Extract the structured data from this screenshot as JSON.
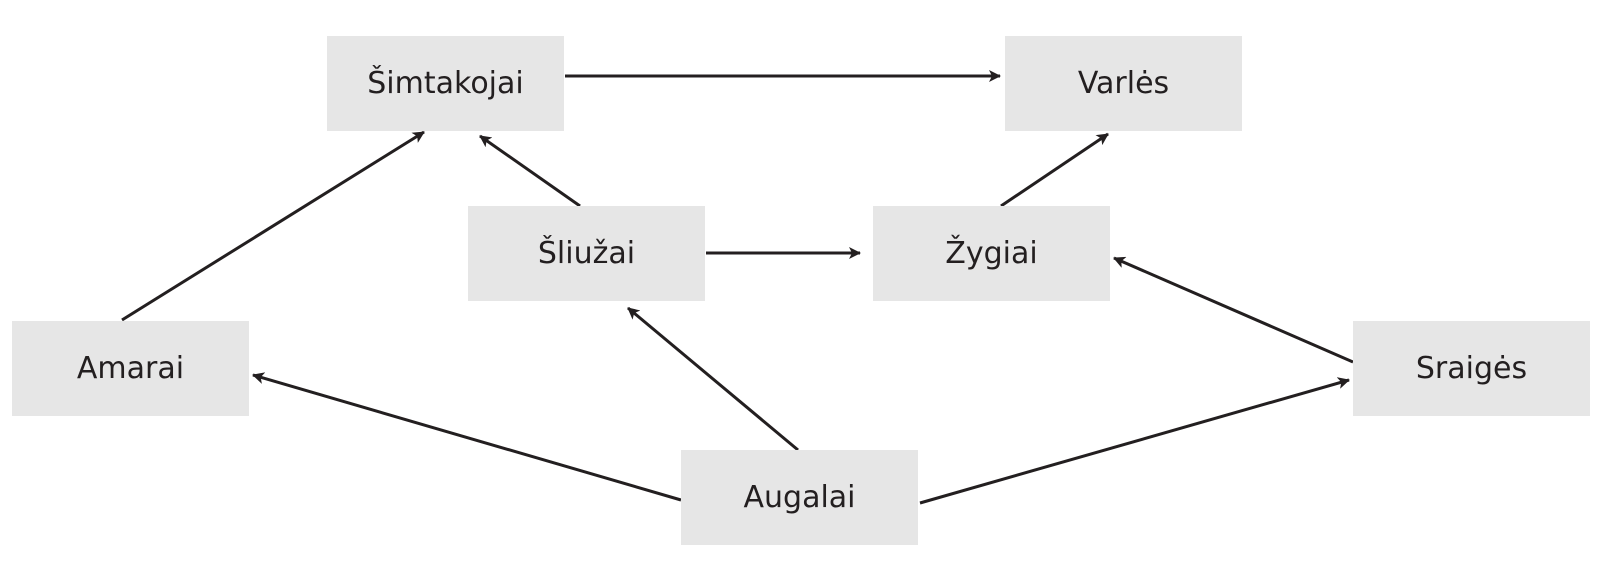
{
  "diagram": {
    "nodes": {
      "simtakojai": "Šimtakojai",
      "varles": "Varlės",
      "sliuzai": "Šliužai",
      "zygiai": "Žygiai",
      "amarai": "Amarai",
      "sraiges": "Sraigės",
      "augalai": "Augalai"
    },
    "edges": [
      {
        "from": "simtakojai",
        "to": "varles"
      },
      {
        "from": "amarai",
        "to": "simtakojai"
      },
      {
        "from": "sliuzai",
        "to": "simtakojai"
      },
      {
        "from": "sliuzai",
        "to": "zygiai"
      },
      {
        "from": "zygiai",
        "to": "varles"
      },
      {
        "from": "sraiges",
        "to": "zygiai"
      },
      {
        "from": "augalai",
        "to": "amarai"
      },
      {
        "from": "augalai",
        "to": "sliuzai"
      },
      {
        "from": "augalai",
        "to": "sraiges"
      }
    ],
    "colors": {
      "node_fill": "#e6e6e6",
      "arrow": "#231f20",
      "text": "#231f20"
    }
  }
}
